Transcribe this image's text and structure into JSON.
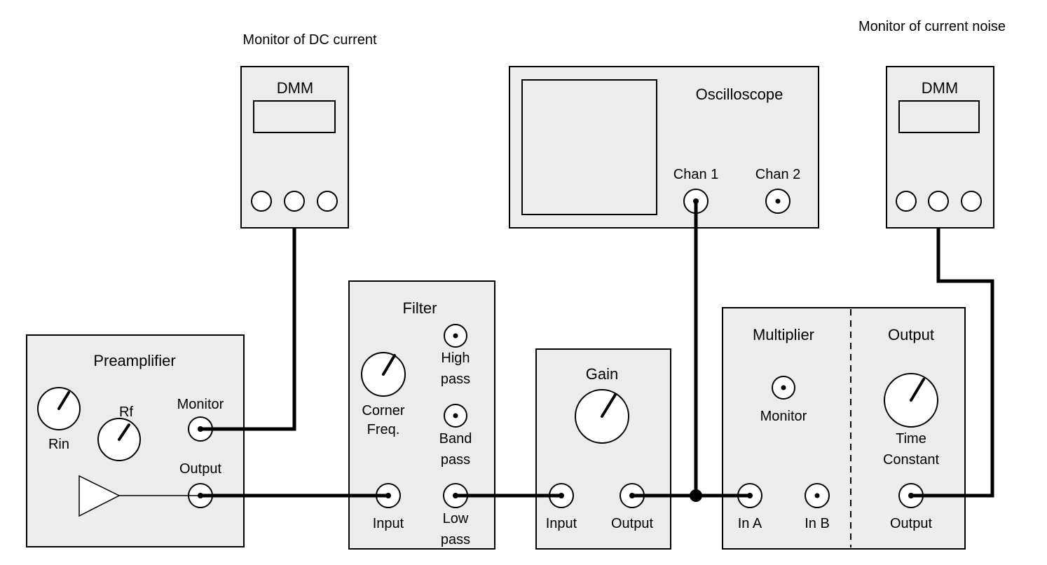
{
  "labels": {
    "monitor_dc": "Monitor of DC current",
    "monitor_noise": "Monitor of current noise"
  },
  "dmm_left": {
    "title": "DMM"
  },
  "dmm_right": {
    "title": "DMM"
  },
  "oscilloscope": {
    "title": "Oscilloscope",
    "chan1": "Chan 1",
    "chan2": "Chan 2"
  },
  "preamplifier": {
    "title": "Preamplifier",
    "rin": "Rin",
    "rf": "Rf",
    "monitor": "Monitor",
    "output": "Output"
  },
  "filter": {
    "title": "Filter",
    "corner_1": "Corner",
    "corner_2": "Freq.",
    "high_1": "High",
    "high_2": "pass",
    "band_1": "Band",
    "band_2": "pass",
    "input": "Input",
    "low_1": "Low",
    "low_2": "pass"
  },
  "gain": {
    "title": "Gain",
    "input": "Input",
    "output": "Output"
  },
  "multiplier": {
    "title": "Multiplier",
    "monitor": "Monitor",
    "in_a": "In A",
    "in_b": "In B"
  },
  "output_section": {
    "title": "Output",
    "tc_1": "Time",
    "tc_2": "Constant",
    "output": "Output"
  }
}
